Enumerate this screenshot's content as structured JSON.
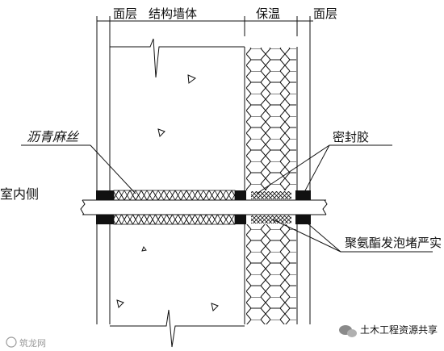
{
  "header_labels": {
    "face_layer_left": "面层",
    "structural_wall": "结构墙体",
    "insulation": "保温",
    "face_layer_right": "面层"
  },
  "callouts": {
    "asphalt_hemp": "沥青麻丝",
    "sealant": "密封胶",
    "pu_foam": "聚氨酯发泡堵严实"
  },
  "side_label": "室内侧",
  "watermarks": {
    "left": "筑龙网",
    "right": "土木工程资源共享"
  },
  "colors": {
    "line": "#111111",
    "watermark": "#9a9a9a",
    "background": "#ffffff"
  }
}
